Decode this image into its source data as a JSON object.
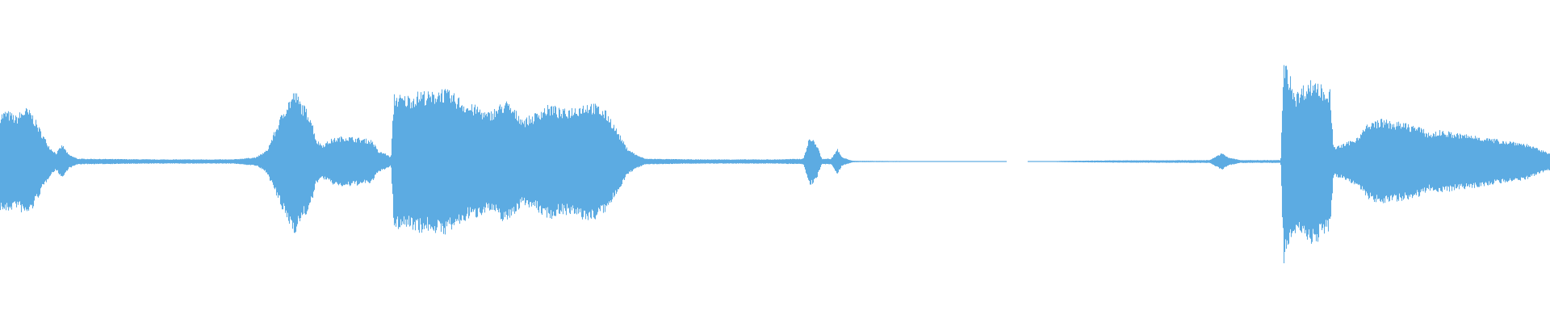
{
  "waveform": {
    "color": "#5dabe2",
    "background": "#ffffff",
    "peak_envelope": [
      [
        0.0,
        0.34
      ],
      [
        0.004,
        0.36
      ],
      [
        0.01,
        0.32
      ],
      [
        0.016,
        0.38
      ],
      [
        0.02,
        0.35
      ],
      [
        0.026,
        0.22
      ],
      [
        0.032,
        0.1
      ],
      [
        0.036,
        0.06
      ],
      [
        0.04,
        0.12
      ],
      [
        0.044,
        0.05
      ],
      [
        0.05,
        0.02
      ],
      [
        0.1,
        0.015
      ],
      [
        0.15,
        0.015
      ],
      [
        0.165,
        0.03
      ],
      [
        0.172,
        0.08
      ],
      [
        0.178,
        0.24
      ],
      [
        0.184,
        0.4
      ],
      [
        0.19,
        0.5
      ],
      [
        0.194,
        0.42
      ],
      [
        0.2,
        0.33
      ],
      [
        0.204,
        0.15
      ],
      [
        0.208,
        0.12
      ],
      [
        0.214,
        0.16
      ],
      [
        0.222,
        0.18
      ],
      [
        0.228,
        0.17
      ],
      [
        0.235,
        0.16
      ],
      [
        0.24,
        0.15
      ],
      [
        0.244,
        0.07
      ],
      [
        0.248,
        0.06
      ],
      [
        0.252,
        0.03
      ],
      [
        0.254,
        0.48
      ],
      [
        0.26,
        0.46
      ],
      [
        0.266,
        0.47
      ],
      [
        0.272,
        0.5
      ],
      [
        0.278,
        0.48
      ],
      [
        0.284,
        0.52
      ],
      [
        0.29,
        0.49
      ],
      [
        0.296,
        0.45
      ],
      [
        0.302,
        0.4
      ],
      [
        0.308,
        0.39
      ],
      [
        0.314,
        0.34
      ],
      [
        0.32,
        0.38
      ],
      [
        0.326,
        0.43
      ],
      [
        0.332,
        0.36
      ],
      [
        0.338,
        0.3
      ],
      [
        0.344,
        0.33
      ],
      [
        0.35,
        0.38
      ],
      [
        0.356,
        0.4
      ],
      [
        0.362,
        0.36
      ],
      [
        0.368,
        0.38
      ],
      [
        0.374,
        0.4
      ],
      [
        0.38,
        0.42
      ],
      [
        0.386,
        0.39
      ],
      [
        0.392,
        0.34
      ],
      [
        0.398,
        0.22
      ],
      [
        0.404,
        0.1
      ],
      [
        0.41,
        0.05
      ],
      [
        0.416,
        0.02
      ],
      [
        0.45,
        0.015
      ],
      [
        0.5,
        0.015
      ],
      [
        0.518,
        0.02
      ],
      [
        0.522,
        0.17
      ],
      [
        0.526,
        0.14
      ],
      [
        0.53,
        0.02
      ],
      [
        0.536,
        0.02
      ],
      [
        0.54,
        0.09
      ],
      [
        0.543,
        0.03
      ],
      [
        0.55,
        0.005
      ],
      [
        0.66,
        0.0
      ],
      [
        0.688,
        0.005
      ],
      [
        0.72,
        0.008
      ],
      [
        0.78,
        0.01
      ],
      [
        0.788,
        0.06
      ],
      [
        0.792,
        0.03
      ],
      [
        0.8,
        0.01
      ],
      [
        0.826,
        0.01
      ],
      [
        0.828,
        0.72
      ],
      [
        0.832,
        0.6
      ],
      [
        0.836,
        0.48
      ],
      [
        0.842,
        0.55
      ],
      [
        0.848,
        0.58
      ],
      [
        0.854,
        0.52
      ],
      [
        0.858,
        0.5
      ],
      [
        0.86,
        0.1
      ],
      [
        0.866,
        0.12
      ],
      [
        0.874,
        0.16
      ],
      [
        0.882,
        0.26
      ],
      [
        0.89,
        0.3
      ],
      [
        0.898,
        0.28
      ],
      [
        0.906,
        0.27
      ],
      [
        0.914,
        0.25
      ],
      [
        0.922,
        0.2
      ],
      [
        0.93,
        0.22
      ],
      [
        0.938,
        0.2
      ],
      [
        0.946,
        0.19
      ],
      [
        0.954,
        0.18
      ],
      [
        0.962,
        0.16
      ],
      [
        0.97,
        0.15
      ],
      [
        0.978,
        0.14
      ],
      [
        0.986,
        0.12
      ],
      [
        0.994,
        0.08
      ],
      [
        1.0,
        0.06
      ]
    ]
  }
}
